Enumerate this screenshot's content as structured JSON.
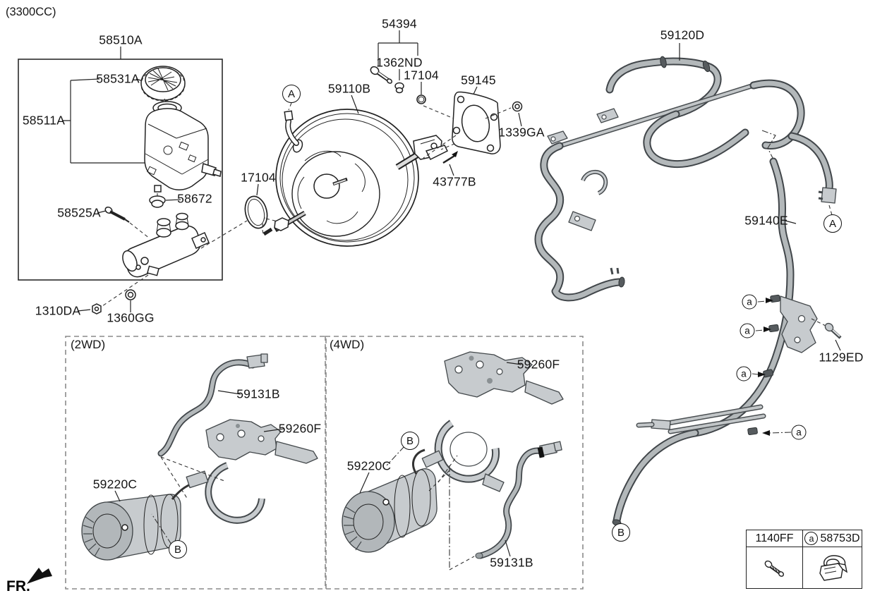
{
  "title": "(3300CC)",
  "fr_indicator": "FR.",
  "drive_boxes": {
    "left": "(2WD)",
    "right": "(4WD)"
  },
  "labels": [
    {
      "part": "58510A"
    },
    {
      "part": "58531A"
    },
    {
      "part": "58511A"
    },
    {
      "part": "17104"
    },
    {
      "part": "58672"
    },
    {
      "part": "58525A"
    },
    {
      "part": "1310DA"
    },
    {
      "part": "1360GG"
    },
    {
      "part": "54394"
    },
    {
      "part": "1362ND"
    },
    {
      "part": "17104"
    },
    {
      "part": "59110B"
    },
    {
      "part": "59145"
    },
    {
      "part": "1339GA"
    },
    {
      "part": "43777B"
    },
    {
      "part": "59120D"
    },
    {
      "part": "59140E"
    },
    {
      "part": "1129ED"
    },
    {
      "part": "59131B"
    },
    {
      "part": "59260F"
    },
    {
      "part": "59220C"
    },
    {
      "part": "59260F"
    },
    {
      "part": "59220C"
    },
    {
      "part": "59131B"
    }
  ],
  "callouts": [
    {
      "letter": "A"
    },
    {
      "letter": "A"
    },
    {
      "letter": "a"
    },
    {
      "letter": "a"
    },
    {
      "letter": "a"
    },
    {
      "letter": "a"
    },
    {
      "letter": "B"
    },
    {
      "letter": "B"
    },
    {
      "letter": "B"
    }
  ],
  "ref_table": {
    "columns": [
      {
        "callout": "",
        "part": "1140FF"
      },
      {
        "callout": "a",
        "part": "58753D"
      }
    ]
  }
}
